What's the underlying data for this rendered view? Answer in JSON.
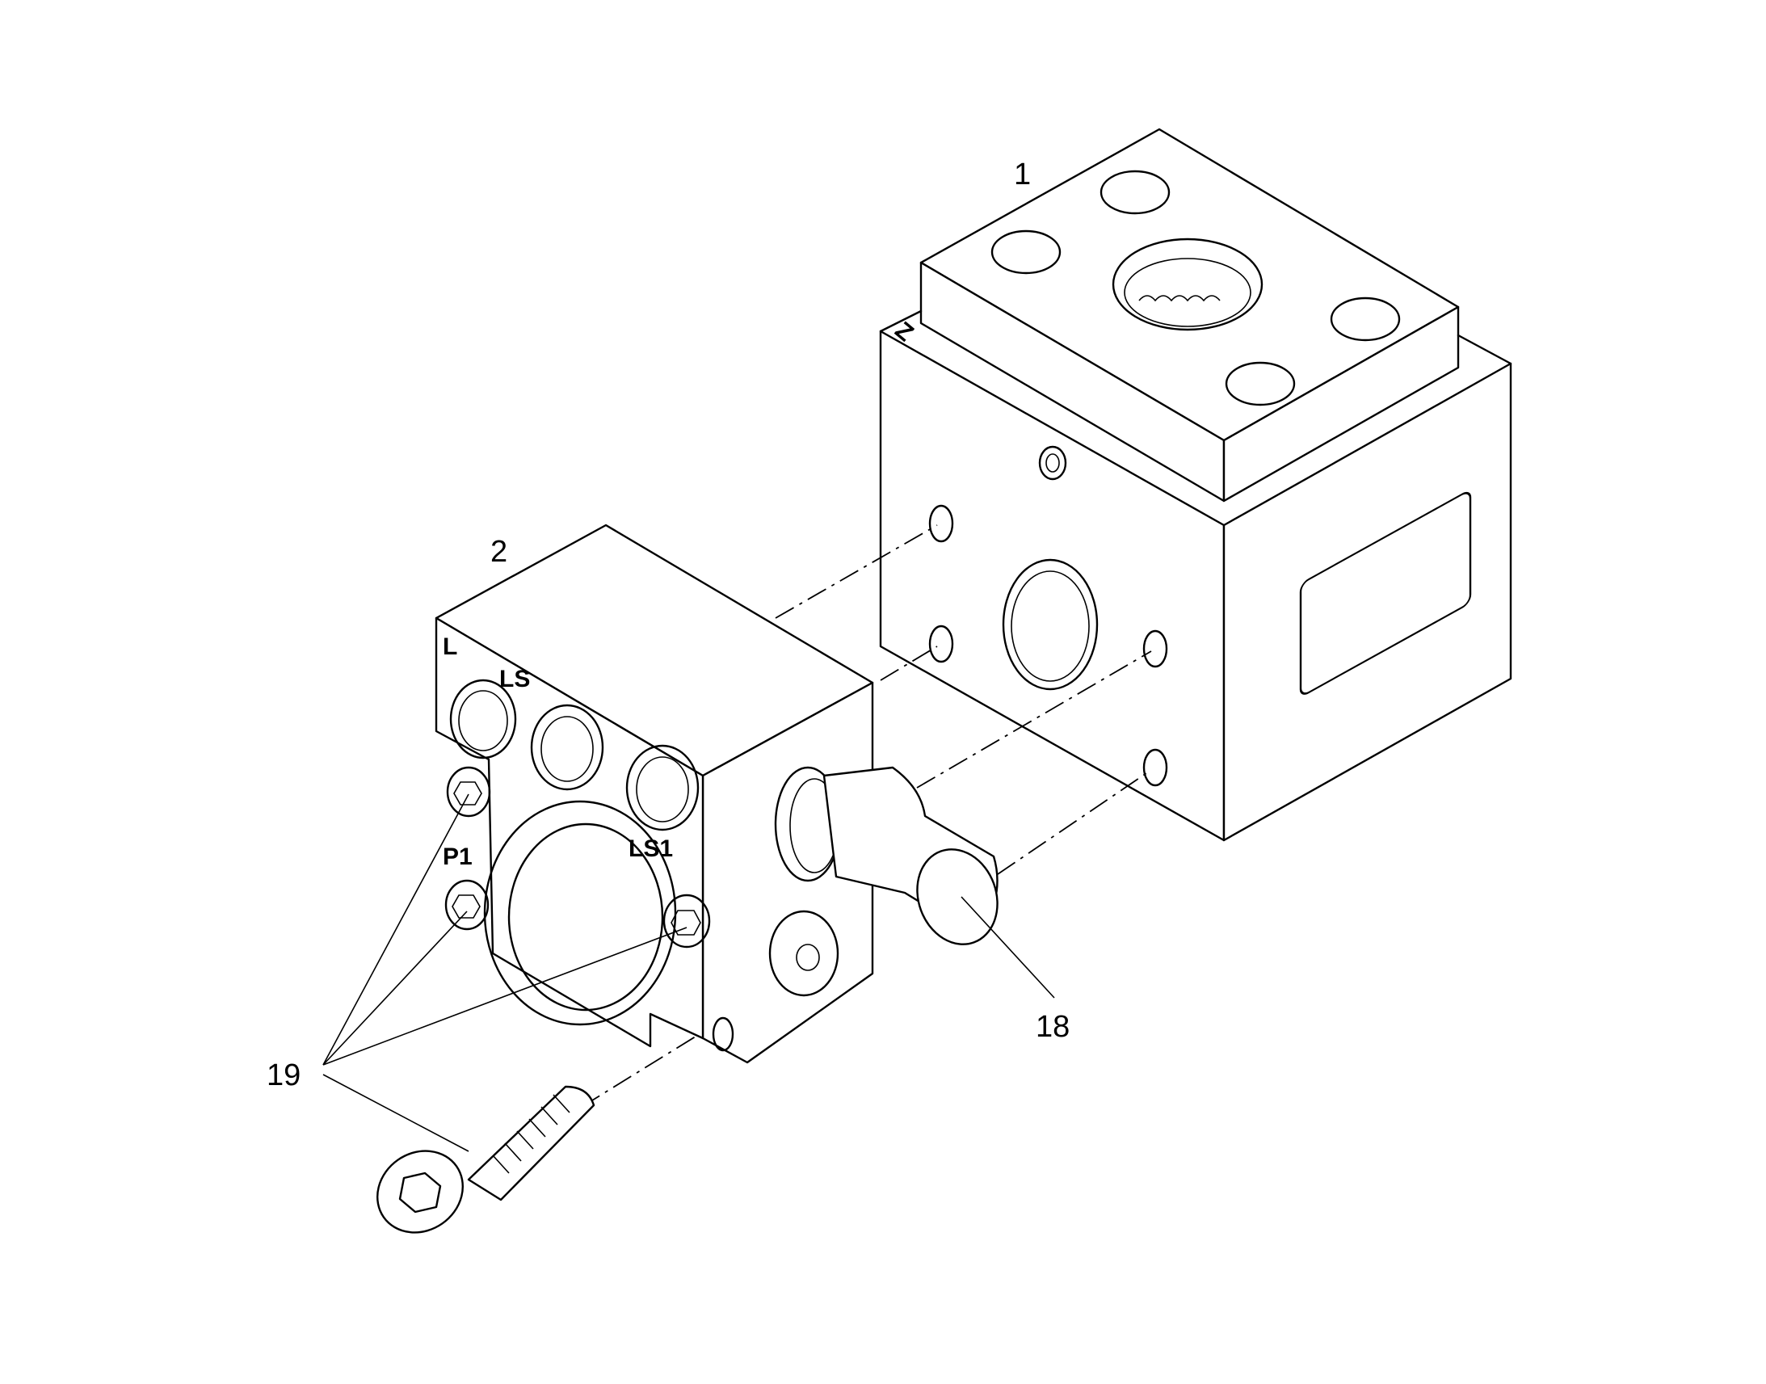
{
  "callouts": {
    "part_1": "1",
    "part_2": "2",
    "part_18": "18",
    "part_19": "19"
  },
  "port_labels": {
    "l": "L",
    "ls": "LS",
    "ls1": "LS1",
    "p1": "P1",
    "z": "Z"
  },
  "colors": {
    "line": "#000000",
    "background": "#ffffff"
  }
}
